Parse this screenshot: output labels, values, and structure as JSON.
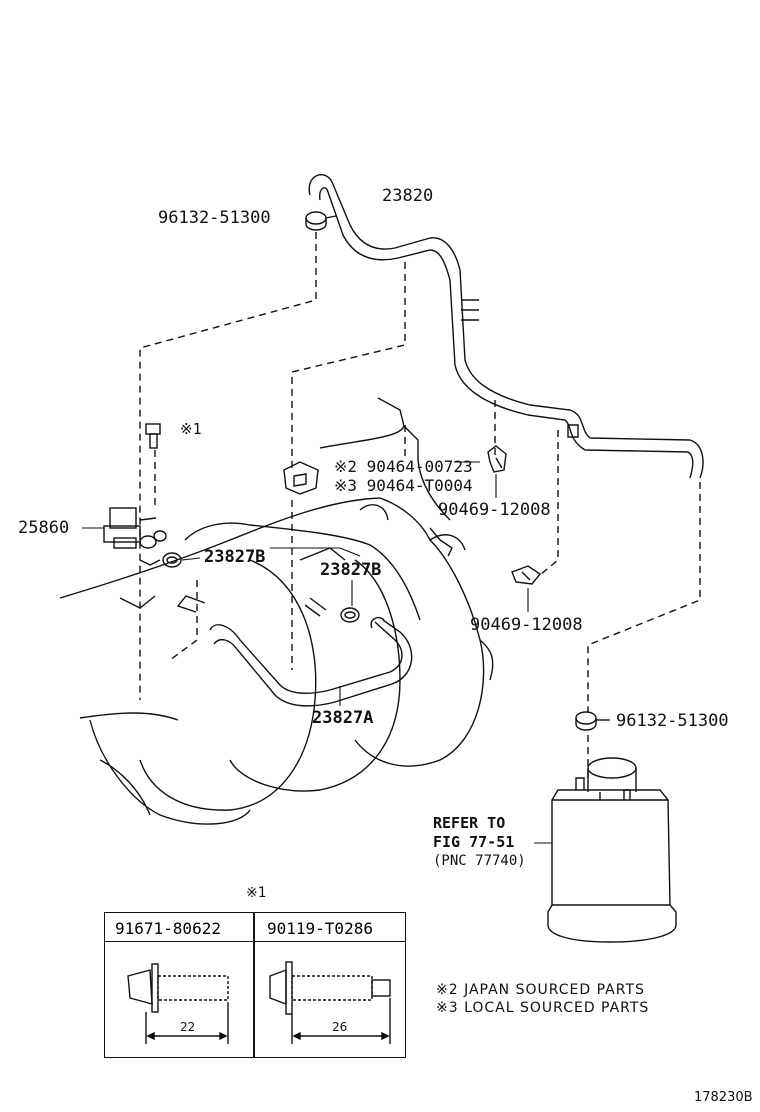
{
  "labels": {
    "p_23820": "23820",
    "p_96132_top": "96132-51300",
    "p_sym1": "※1",
    "p_25860": "25860",
    "p_23827b_1": "23827B",
    "p_23827b_2": "23827B",
    "p_23827a": "23827A",
    "p_sym2_part": "※2 90464-00723",
    "p_sym3_part": "※3 90464-T0004",
    "p_90469_a": "90469-12008",
    "p_90469_b": "90469-12008",
    "p_96132_bot": "96132-51300",
    "refer_line1": "REFER TO",
    "refer_line2": "FIG 77-51",
    "refer_line3": "(PNC 77740)",
    "table_sym": "※1",
    "diagram_id": "178230B"
  },
  "table": {
    "col1_part": "91671-80622",
    "col2_part": "90119-T0286",
    "col1_dim": "22",
    "col2_dim": "26"
  },
  "notes": {
    "japan": "※2 JAPAN SOURCED PARTS",
    "local": "※3 LOCAL SOURCED PARTS"
  }
}
